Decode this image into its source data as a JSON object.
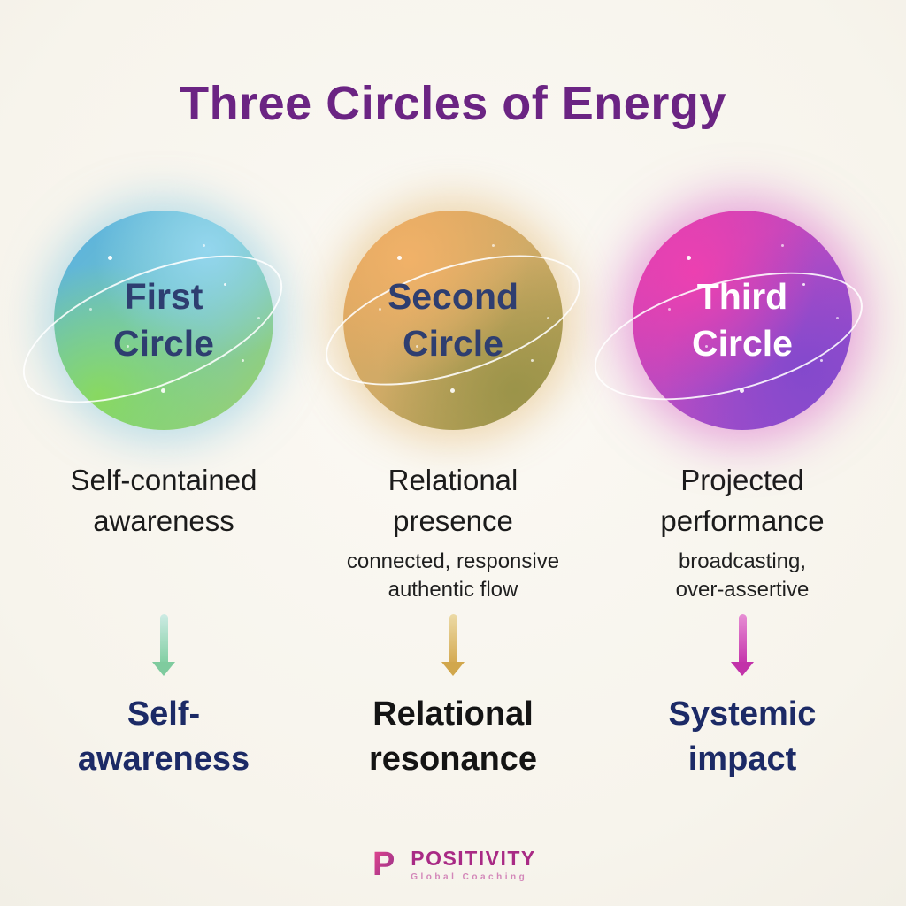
{
  "title": "Three Circles of Energy",
  "columns": [
    {
      "id": "first",
      "circle_label": "First\nCircle",
      "description": "Self-contained\nawareness",
      "subtext": "",
      "result": "Self-\nawareness"
    },
    {
      "id": "second",
      "circle_label": "Second\nCircle",
      "description": "Relational\npresence",
      "subtext": "connected, responsive\nauthentic flow",
      "result": "Relational\nresonance"
    },
    {
      "id": "third",
      "circle_label": "Third\nCircle",
      "description": "Projected\nperformance",
      "subtext": "broadcasting,\nover-assertive",
      "result": "Systemic\nimpact"
    }
  ],
  "footer": {
    "brand": "POSITIVITY",
    "tagline": "Global Coaching",
    "logo_letter": "P"
  },
  "colors": {
    "title_purple": "#6b2483",
    "circle_first_blue": "#58aee3",
    "circle_first_green": "#9ed45f",
    "circle_second_orange": "#e2a45c",
    "circle_second_olive": "#a59a50",
    "circle_third_magenta": "#e03fae",
    "circle_third_purple": "#8c4fd0",
    "circle_text_navy": "#2e3e70",
    "circle_text_white": "#ffffff",
    "result_navy": "#1c2a66",
    "result_black": "#141414",
    "brand_magenta": "#a92a85"
  }
}
